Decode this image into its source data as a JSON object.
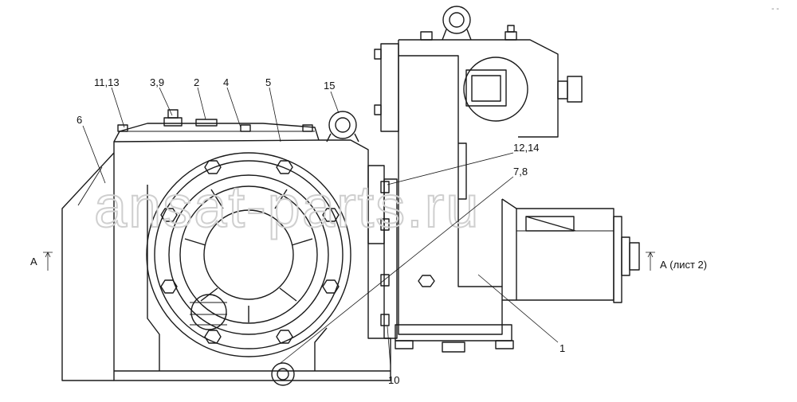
{
  "watermark": "ansat-parts.ru",
  "section_left": "А",
  "section_right": "А (лист 2)",
  "callouts": {
    "c1": "1",
    "c2": "2",
    "c4": "4",
    "c5": "5",
    "c6": "6",
    "c10": "10",
    "c11_13": "11,13",
    "c3_9": "3,9",
    "c15": "15",
    "c12_14": "12,14",
    "c7_8": "7,8"
  },
  "corner_mark": "- -"
}
